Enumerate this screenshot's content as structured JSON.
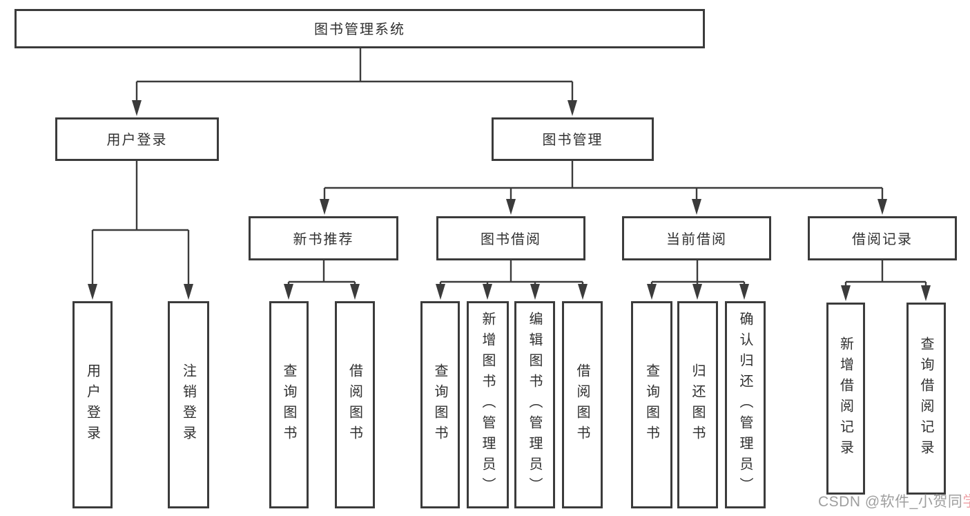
{
  "diagram": {
    "title": "图书管理系统",
    "branches": {
      "user_login": {
        "label": "用户登录",
        "leaves": [
          "用户登录",
          "注销登录"
        ]
      },
      "book_management": {
        "label": "图书管理",
        "sections": {
          "new_book_recommend": {
            "label": "新书推荐",
            "leaves": [
              "查询图书",
              "借阅图书"
            ]
          },
          "book_borrow": {
            "label": "图书借阅",
            "leaves": [
              "查询图书",
              "新增图书（管理员）",
              "编辑图书（管理员）",
              "借阅图书"
            ]
          },
          "current_borrow": {
            "label": "当前借阅",
            "leaves": [
              "查询图书",
              "归还图书",
              "确认归还（管理员）"
            ]
          },
          "borrow_records": {
            "label": "借阅记录",
            "leaves": [
              "新增借阅记录",
              "查询借阅记录"
            ]
          }
        }
      }
    },
    "watermark": {
      "text": "CSDN @软件_小贺同",
      "accent": "学"
    }
  },
  "colors": {
    "line": "#3b3b3b",
    "text": "#303030",
    "background": "#ffffff",
    "watermark": "#9e9e9e",
    "watermark_accent": "#f0a3a8"
  }
}
